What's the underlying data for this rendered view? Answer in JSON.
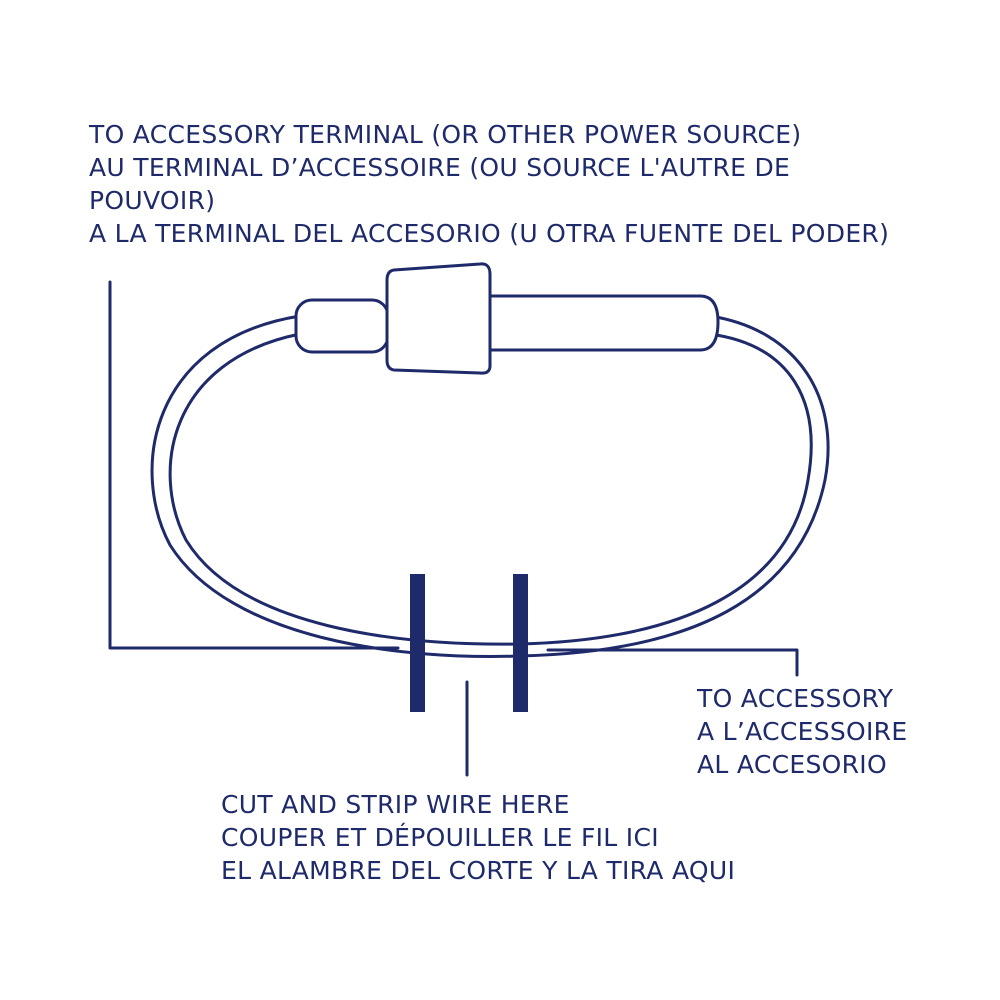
{
  "top_label": {
    "lines": [
      "TO ACCESSORY TERMINAL (OR OTHER POWER SOURCE)",
      "AU TERMINAL D’ACCESSOIRE (OU SOURCE L'AUTRE DE",
      "POUVOIR)",
      "A LA TERMINAL DEL ACCESORIO (U OTRA FUENTE DEL PODER)"
    ]
  },
  "right_label": {
    "lines": [
      "TO ACCESSORY",
      "A L’ACCESSOIRE",
      "AL ACCESORIO"
    ]
  },
  "bottom_label": {
    "lines": [
      "CUT AND STRIP WIRE HERE",
      "COUPER ET DÉPOUILLER LE FIL ICI",
      "EL ALAMBRE DEL CORTE Y LA TIRA AQUI"
    ]
  },
  "colors": {
    "ink": "#1f2a6b",
    "background": "#ffffff"
  }
}
